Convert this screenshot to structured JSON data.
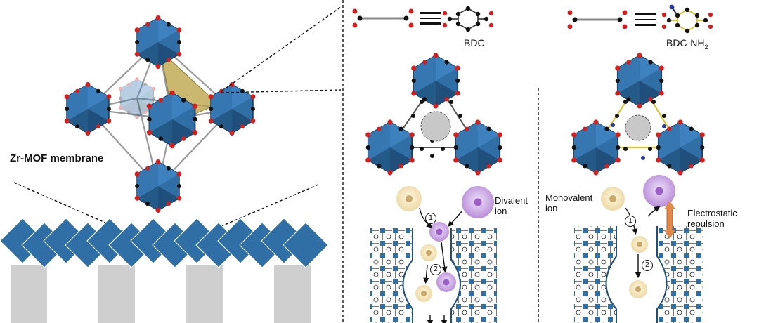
{
  "labels": {
    "zr_mof": "Zr-MOF membrane",
    "bdc": "BDC",
    "bdc_nh2_main": "BDC-NH",
    "bdc_nh2_sub": "2",
    "divalent": "Divalent\nion",
    "monovalent": "Monovalent\nion",
    "electrostatic": "Electrostatic\nrepulsion",
    "step1": "1",
    "step2": "2"
  },
  "colors": {
    "mof_blue": "#2f6fa6",
    "mof_blue_dark": "#1f4f7a",
    "oxygen_red": "#d02020",
    "substrate_gray": "#cfcfcf",
    "mono_ion": "#f3e6bf",
    "di_ion": "#c9a6e0",
    "repulsion_arrow": "#e0894a",
    "tetrahedron_gold": "#b8a040"
  }
}
